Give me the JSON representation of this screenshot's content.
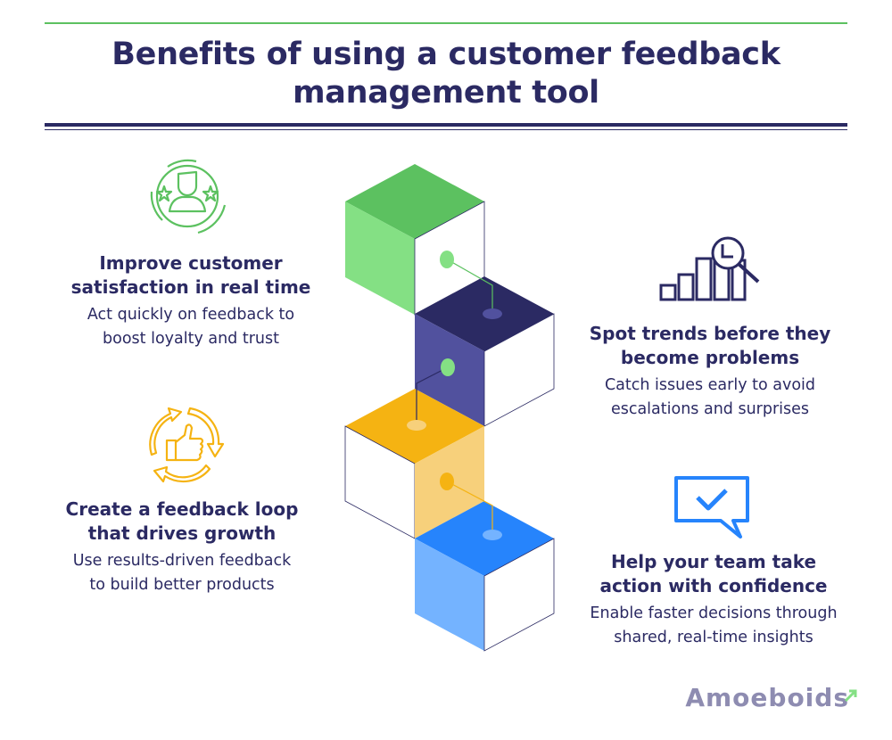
{
  "title": "Benefits of using a customer feedback management tool",
  "colors": {
    "navy": "#2b2a63",
    "green": "#5cc160",
    "yellow": "#f5b312",
    "blue": "#2684fc",
    "purple": "#51519e"
  },
  "benefits": [
    {
      "icon": "customer-star-rating-icon",
      "heading_line1": "Improve customer",
      "heading_line2": "satisfaction in real time",
      "body_line1": "Act quickly on feedback to",
      "body_line2": "boost loyalty and trust"
    },
    {
      "icon": "trend-chart-search-icon",
      "heading_line1": "Spot trends before they",
      "heading_line2": "become problems",
      "body_line1": "Catch issues early to avoid",
      "body_line2": "escalations and surprises"
    },
    {
      "icon": "thumbs-up-loop-icon",
      "heading_line1": "Create a feedback loop",
      "heading_line2": "that drives growth",
      "body_line1": "Use results-driven feedback",
      "body_line2": "to build better products"
    },
    {
      "icon": "checkmark-chat-icon",
      "heading_line1": "Help your team take",
      "heading_line2": "action with confidence",
      "body_line1": "Enable faster decisions through",
      "body_line2": "shared, real-time insights"
    }
  ],
  "logo": "Amoeboids"
}
